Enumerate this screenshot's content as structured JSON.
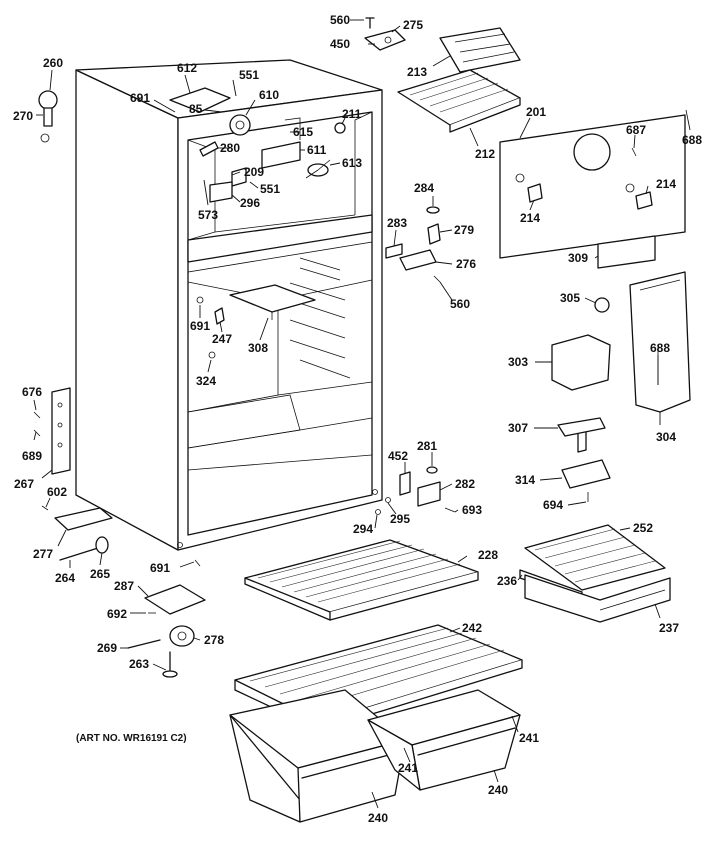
{
  "diagram": {
    "art_number": "(ART NO. WR16191 C2)",
    "callouts": [
      {
        "id": "c560a",
        "text": "560"
      },
      {
        "id": "c275",
        "text": "275"
      },
      {
        "id": "c450",
        "text": "450"
      },
      {
        "id": "c213",
        "text": "213"
      },
      {
        "id": "c260",
        "text": "260"
      },
      {
        "id": "c270",
        "text": "270"
      },
      {
        "id": "c612",
        "text": "612"
      },
      {
        "id": "c551a",
        "text": "551"
      },
      {
        "id": "c691a",
        "text": "691"
      },
      {
        "id": "c85",
        "text": "85"
      },
      {
        "id": "c610",
        "text": "610"
      },
      {
        "id": "c211",
        "text": "211"
      },
      {
        "id": "c615",
        "text": "615"
      },
      {
        "id": "c611",
        "text": "611"
      },
      {
        "id": "c280",
        "text": "280"
      },
      {
        "id": "c209",
        "text": "209"
      },
      {
        "id": "c613",
        "text": "613"
      },
      {
        "id": "c573",
        "text": "573"
      },
      {
        "id": "c296",
        "text": "296"
      },
      {
        "id": "c551b",
        "text": "551"
      },
      {
        "id": "c212",
        "text": "212"
      },
      {
        "id": "c201",
        "text": "201"
      },
      {
        "id": "c687",
        "text": "687"
      },
      {
        "id": "c688a",
        "text": "688"
      },
      {
        "id": "c284",
        "text": "284"
      },
      {
        "id": "c214a",
        "text": "214"
      },
      {
        "id": "c214b",
        "text": "214"
      },
      {
        "id": "c283",
        "text": "283"
      },
      {
        "id": "c279",
        "text": "279"
      },
      {
        "id": "c276",
        "text": "276"
      },
      {
        "id": "c560b",
        "text": "560"
      },
      {
        "id": "c309",
        "text": "309"
      },
      {
        "id": "c305",
        "text": "305"
      },
      {
        "id": "c691b",
        "text": "691"
      },
      {
        "id": "c247",
        "text": "247"
      },
      {
        "id": "c308",
        "text": "308"
      },
      {
        "id": "c324",
        "text": "324"
      },
      {
        "id": "c303",
        "text": "303"
      },
      {
        "id": "c688b",
        "text": "688"
      },
      {
        "id": "c676",
        "text": "676"
      },
      {
        "id": "c689",
        "text": "689"
      },
      {
        "id": "c267",
        "text": "267"
      },
      {
        "id": "c307",
        "text": "307"
      },
      {
        "id": "c304",
        "text": "304"
      },
      {
        "id": "c452",
        "text": "452"
      },
      {
        "id": "c281",
        "text": "281"
      },
      {
        "id": "c314",
        "text": "314"
      },
      {
        "id": "c282",
        "text": "282"
      },
      {
        "id": "c602",
        "text": "602"
      },
      {
        "id": "c694",
        "text": "694"
      },
      {
        "id": "c294",
        "text": "294"
      },
      {
        "id": "c295",
        "text": "295"
      },
      {
        "id": "c693",
        "text": "693"
      },
      {
        "id": "c277",
        "text": "277"
      },
      {
        "id": "c252",
        "text": "252"
      },
      {
        "id": "c228",
        "text": "228"
      },
      {
        "id": "c691c",
        "text": "691"
      },
      {
        "id": "c264",
        "text": "264"
      },
      {
        "id": "c265",
        "text": "265"
      },
      {
        "id": "c236",
        "text": "236"
      },
      {
        "id": "c287",
        "text": "287"
      },
      {
        "id": "c237",
        "text": "237"
      },
      {
        "id": "c692",
        "text": "692"
      },
      {
        "id": "c242",
        "text": "242"
      },
      {
        "id": "c269",
        "text": "269"
      },
      {
        "id": "c278",
        "text": "278"
      },
      {
        "id": "c263",
        "text": "263"
      },
      {
        "id": "c241a",
        "text": "241"
      },
      {
        "id": "c241b",
        "text": "241"
      },
      {
        "id": "c240a",
        "text": "240"
      },
      {
        "id": "c240b",
        "text": "240"
      }
    ]
  }
}
